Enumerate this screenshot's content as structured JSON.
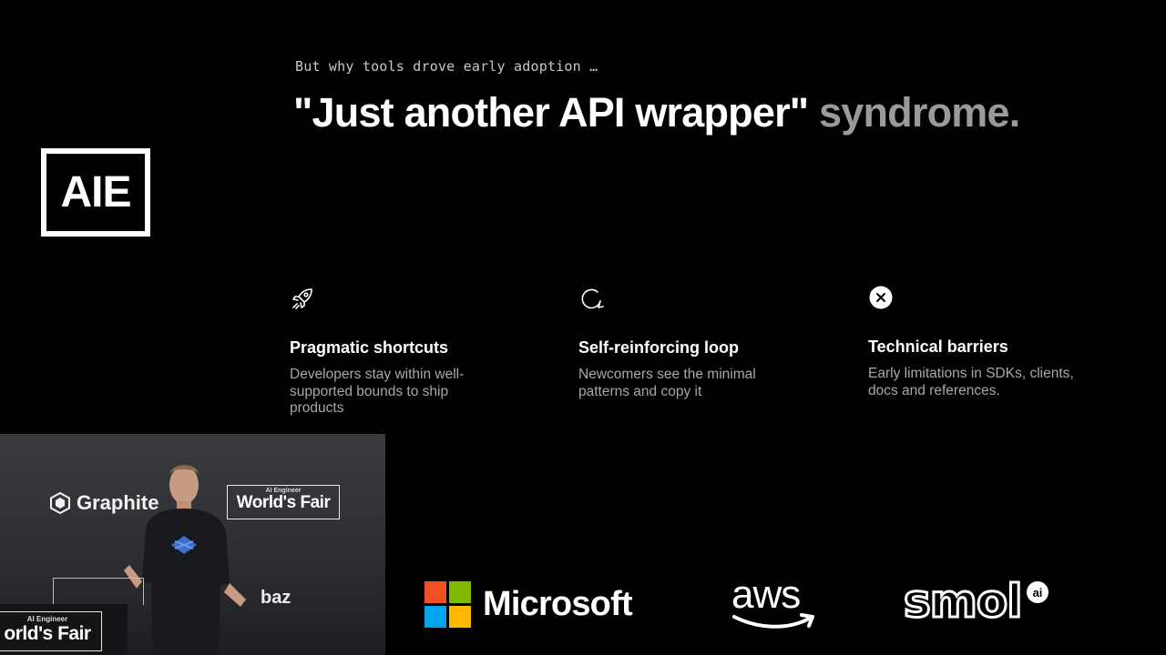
{
  "logo": {
    "text": "AIE"
  },
  "slide": {
    "kicker": "But why tools drove early adoption …",
    "headline_main": "\"Just another API wrapper\"",
    "headline_muted": "syndrome."
  },
  "features": [
    {
      "icon": "rocket-icon",
      "title": "Pragmatic shortcuts",
      "desc_lines": [
        "Developers stay within well-",
        "supported bounds to ship",
        "products"
      ]
    },
    {
      "icon": "loop-icon",
      "title": "Self-reinforcing loop",
      "desc_lines": [
        "Newcomers see the minimal",
        "patterns and copy it"
      ]
    },
    {
      "icon": "close-circle-icon",
      "title": "Technical barriers",
      "desc_lines": [
        "Early limitations in SDKs, clients,",
        "docs and references."
      ]
    }
  ],
  "video": {
    "graphite_label": "Graphite",
    "wf_small": "AI Engineer",
    "wf_big": "World's Fair",
    "baz_label": "baz",
    "podium_small": "AI Engineer",
    "podium_big": "orld's Fair"
  },
  "sponsors": {
    "microsoft": "Microsoft",
    "aws": "aws",
    "smol": "smol",
    "smol_badge": "ai"
  },
  "colors": {
    "background": "#000000",
    "headline_muted": "#9a9a9a",
    "desc_text": "#a8a8a8",
    "ms_red": "#f25022",
    "ms_green": "#7fba00",
    "ms_blue": "#00a4ef",
    "ms_yellow": "#ffb900"
  }
}
